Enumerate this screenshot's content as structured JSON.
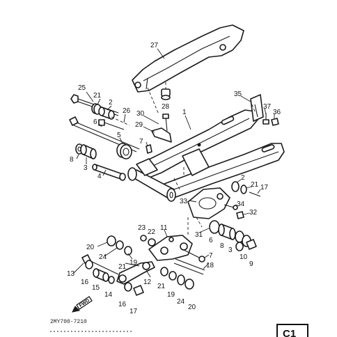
{
  "diagram": {
    "callouts": [
      "27",
      "25",
      "21",
      "2",
      "26",
      "6",
      "30",
      "28",
      "35",
      "37",
      "36",
      "1",
      "29",
      "5",
      "8",
      "3",
      "7",
      "4",
      "2",
      "21",
      "17",
      "33",
      "34",
      "32",
      "23",
      "22",
      "11",
      "20",
      "31",
      "6",
      "8",
      "3",
      "10",
      "9",
      "19",
      "24",
      "21",
      "12",
      "18",
      "13",
      "16",
      "15",
      "14",
      "16",
      "17",
      "21",
      "19",
      "24",
      "20",
      "7"
    ],
    "doc_code": "2MY700-7210",
    "page_badge": "C1",
    "direction_mark": "FWD"
  }
}
